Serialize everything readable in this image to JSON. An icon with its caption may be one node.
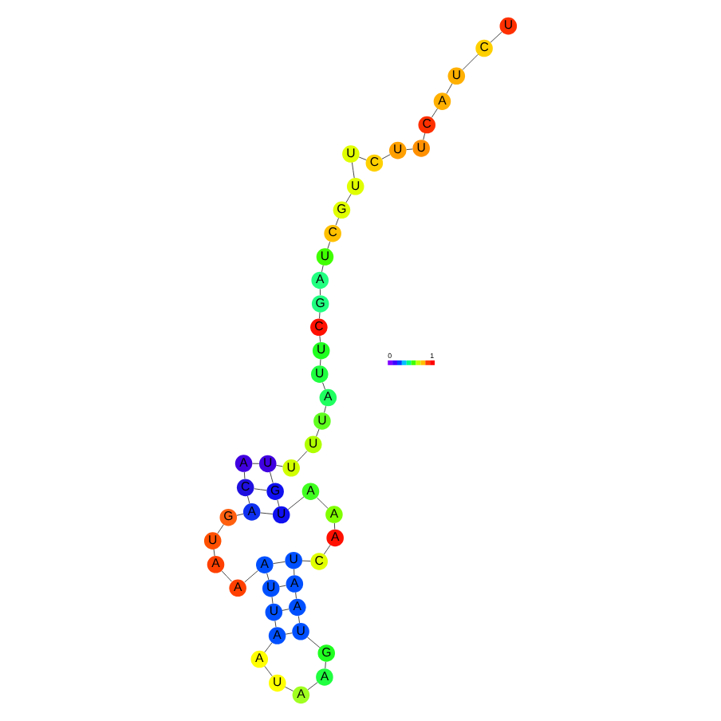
{
  "diagram": {
    "nodes": [
      {
        "text": [
          "A"
        ]
      },
      {
        "text": [
          "C"
        ]
      },
      {
        "text": [
          "A"
        ]
      },
      {
        "text": [
          "G"
        ]
      },
      {
        "text": [
          "U"
        ]
      },
      {
        "text": [
          "A"
        ]
      },
      {
        "text": [
          "A"
        ]
      },
      {
        "text": [
          "A"
        ]
      },
      {
        "text": [
          "U"
        ]
      },
      {
        "text": [
          "U"
        ]
      },
      {
        "text": [
          "A"
        ]
      },
      {
        "text": [
          "A"
        ]
      },
      {
        "text": [
          "U"
        ]
      },
      {
        "text": [
          "A"
        ]
      },
      {
        "text": [
          "A"
        ]
      },
      {
        "text": [
          "G"
        ]
      },
      {
        "text": [
          "U"
        ]
      },
      {
        "text": [
          "A"
        ]
      },
      {
        "text": [
          "A"
        ]
      },
      {
        "text": [
          "U"
        ]
      },
      {
        "text": [
          "C"
        ]
      },
      {
        "text": [
          "A"
        ]
      },
      {
        "text": [
          "A"
        ]
      },
      {
        "text": [
          "A"
        ]
      },
      {
        "text": [
          "U"
        ]
      },
      {
        "text": [
          "G"
        ]
      },
      {
        "text": [
          "U"
        ]
      },
      {
        "text": [
          "U"
        ]
      },
      {
        "text": [
          "U"
        ]
      },
      {
        "text": [
          "U"
        ]
      },
      {
        "text": [
          "A"
        ]
      },
      {
        "text": [
          "U"
        ]
      },
      {
        "text": [
          "U"
        ]
      },
      {
        "text": [
          "C"
        ]
      },
      {
        "text": [
          "G"
        ]
      },
      {
        "text": [
          "A"
        ]
      },
      {
        "text": [
          "U"
        ]
      },
      {
        "text": [
          "C"
        ]
      },
      {
        "text": [
          "G"
        ]
      },
      {
        "text": [
          "U"
        ]
      },
      {
        "text": [
          "U"
        ]
      },
      {
        "text": [
          "C"
        ]
      },
      {
        "text": [
          "U"
        ]
      },
      {
        "text": [
          "U"
        ]
      },
      {
        "text": [
          "C"
        ]
      },
      {
        "text": [
          "A"
        ]
      },
      {
        "text": [
          "U"
        ]
      },
      {
        "text": [
          "C"
        ]
      },
      {
        "text": [
          "U"
        ]
      }
    ],
    "edges": [
      {
        "from": 0,
        "to": 1,
        "arrow": "none"
      },
      {
        "from": 1,
        "to": 2,
        "arrow": "none"
      },
      {
        "from": 2,
        "to": 3,
        "arrow": "none"
      },
      {
        "from": 3,
        "to": 4,
        "arrow": "none"
      },
      {
        "from": 4,
        "to": 5,
        "arrow": "none"
      },
      {
        "from": 5,
        "to": 6,
        "arrow": "none"
      },
      {
        "from": 6,
        "to": 7,
        "arrow": "none"
      },
      {
        "from": 7,
        "to": 8,
        "arrow": "none"
      },
      {
        "from": 8,
        "to": 9,
        "arrow": "none"
      },
      {
        "from": 9,
        "to": 10,
        "arrow": "none"
      },
      {
        "from": 10,
        "to": 11,
        "arrow": "none"
      },
      {
        "from": 11,
        "to": 12,
        "arrow": "none"
      },
      {
        "from": 12,
        "to": 13,
        "arrow": "none"
      },
      {
        "from": 13,
        "to": 14,
        "arrow": "none"
      },
      {
        "from": 14,
        "to": 15,
        "arrow": "none"
      },
      {
        "from": 15,
        "to": 16,
        "arrow": "none"
      },
      {
        "from": 16,
        "to": 17,
        "arrow": "none"
      },
      {
        "from": 17,
        "to": 18,
        "arrow": "none"
      },
      {
        "from": 18,
        "to": 19,
        "arrow": "none"
      },
      {
        "from": 19,
        "to": 20,
        "arrow": "none"
      },
      {
        "from": 20,
        "to": 21,
        "arrow": "none"
      },
      {
        "from": 21,
        "to": 22,
        "arrow": "none"
      },
      {
        "from": 22,
        "to": 23,
        "arrow": "none"
      },
      {
        "from": 23,
        "to": 24,
        "arrow": "none"
      },
      {
        "from": 24,
        "to": 25,
        "arrow": "none"
      },
      {
        "from": 25,
        "to": 26,
        "arrow": "none"
      },
      {
        "from": 26,
        "to": 27,
        "arrow": "none"
      },
      {
        "from": 27,
        "to": 28,
        "arrow": "none"
      },
      {
        "from": 28,
        "to": 29,
        "arrow": "none"
      },
      {
        "from": 29,
        "to": 30,
        "arrow": "none"
      },
      {
        "from": 30,
        "to": 31,
        "arrow": "none"
      },
      {
        "from": 31,
        "to": 32,
        "arrow": "none"
      },
      {
        "from": 32,
        "to": 33,
        "arrow": "none"
      },
      {
        "from": 33,
        "to": 34,
        "arrow": "none"
      },
      {
        "from": 34,
        "to": 35,
        "arrow": "none"
      },
      {
        "from": 35,
        "to": 36,
        "arrow": "none"
      },
      {
        "from": 36,
        "to": 37,
        "arrow": "none"
      },
      {
        "from": 37,
        "to": 38,
        "arrow": "none"
      },
      {
        "from": 38,
        "to": 39,
        "arrow": "none"
      },
      {
        "from": 39,
        "to": 40,
        "arrow": "none"
      },
      {
        "from": 40,
        "to": 41,
        "arrow": "none"
      },
      {
        "from": 41,
        "to": 42,
        "arrow": "none"
      },
      {
        "from": 42,
        "to": 43,
        "arrow": "none"
      },
      {
        "from": 43,
        "to": 44,
        "arrow": "none"
      },
      {
        "from": 44,
        "to": 45,
        "arrow": "none"
      },
      {
        "from": 45,
        "to": 46,
        "arrow": "none"
      },
      {
        "from": 46,
        "to": 47,
        "arrow": "none"
      },
      {
        "from": 47,
        "to": 48,
        "arrow": "none"
      },
      {
        "from": 0,
        "to": 26,
        "arrow": "none"
      },
      {
        "from": 1,
        "to": 25,
        "arrow": "none"
      },
      {
        "from": 2,
        "to": 24,
        "arrow": "none"
      },
      {
        "from": 7,
        "to": 19,
        "arrow": "none"
      },
      {
        "from": 8,
        "to": 18,
        "arrow": "none"
      },
      {
        "from": 9,
        "to": 17,
        "arrow": "none"
      },
      {
        "from": 10,
        "to": 16,
        "arrow": "none"
      }
    ],
    "labels": [
      "0",
      "1"
    ]
  }
}
